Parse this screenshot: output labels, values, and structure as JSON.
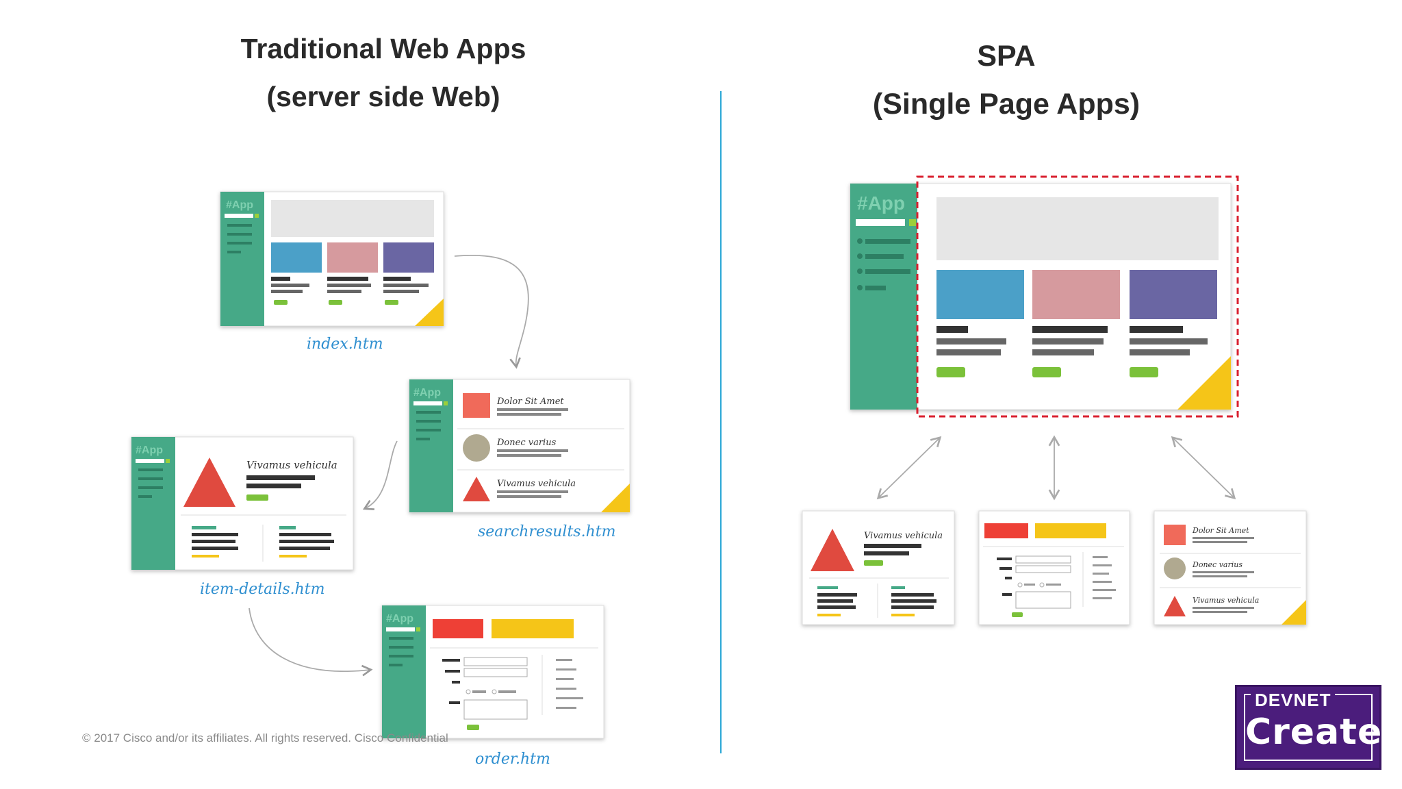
{
  "titles": {
    "left_line1": "Traditional Web Apps",
    "left_line2": "(server side Web)",
    "right_line1": "SPA",
    "right_line2": "(Single Page Apps)"
  },
  "files": {
    "index": "index.htm",
    "searchresults": "searchresults.htm",
    "item_details": "item-details.htm",
    "order": "order.htm"
  },
  "app_label": "#App",
  "wireframe_text": {
    "item1": "Dolor Sit Amet",
    "item2": "Donec varius",
    "item3": "Vivamus vehicula"
  },
  "footer": "© 2017  Cisco and/or its affiliates. All rights reserved.   Cisco Confidential",
  "logo": {
    "top": "DEVNET",
    "bottom": "Create"
  },
  "colors": {
    "sidebar_green": "#46a987",
    "accent_blue": "#2aa7d6",
    "card_blue": "#4ba0c8",
    "card_pink": "#d69a9e",
    "card_purple": "#6a66a3",
    "triangle_red": "#e04a3f",
    "highlight_dashed_red": "#d9202f",
    "logo_purple": "#4b1d7c"
  }
}
